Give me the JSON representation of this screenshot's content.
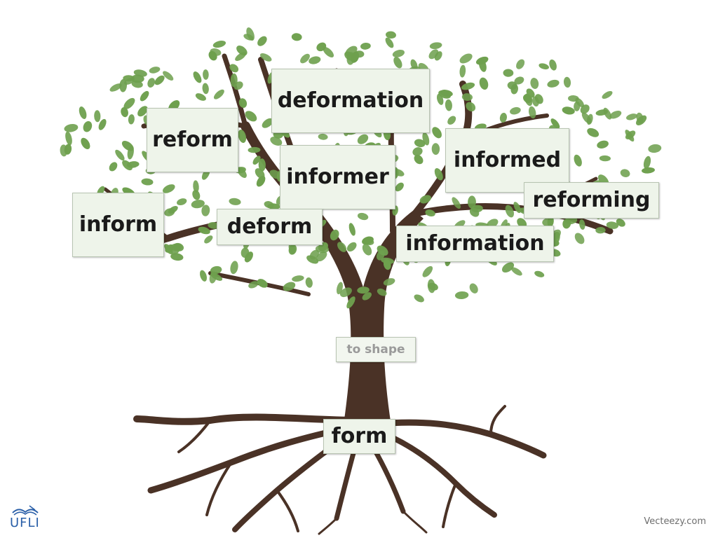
{
  "words": {
    "deformation": "deformation",
    "reform": "reform",
    "informer": "informer",
    "informed": "informed",
    "reforming": "reforming",
    "inform": "inform",
    "deform": "deform",
    "information": "information",
    "form": "form"
  },
  "meaning": "to shape",
  "logo_text": "UFLI",
  "credit": "Vecteezy.com",
  "colors": {
    "trunk": "#4a3226",
    "leaf": "#6ea04e",
    "card_bg": "#eef4ea",
    "logo_blue": "#2a5fa8"
  }
}
